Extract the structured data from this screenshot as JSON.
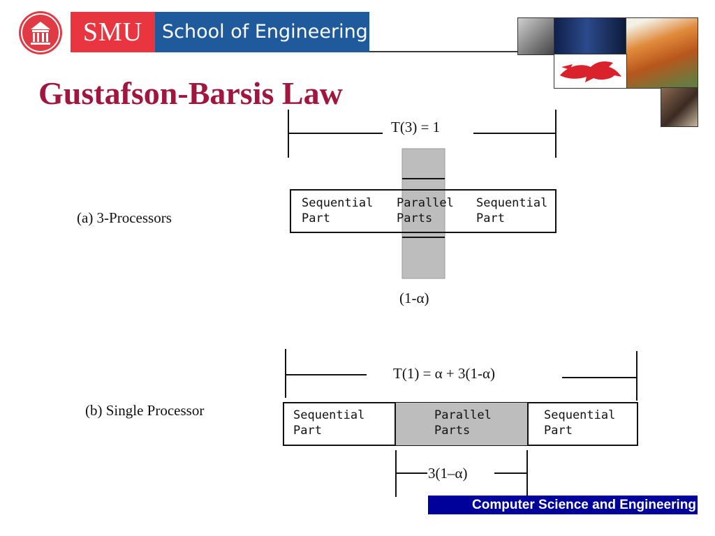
{
  "header": {
    "logo_left": "SMU",
    "logo_right": "School of Engineering"
  },
  "slide": {
    "title": "Gustafson-Barsis Law"
  },
  "diagram_a": {
    "label": "(a) 3-Processors",
    "time": "T(3) = 1",
    "box_left": "Sequential\nPart",
    "box_mid": "Parallel\nParts",
    "box_right": "Sequential\nPart",
    "below": "(1-α)"
  },
  "diagram_b": {
    "label": "(b) Single Processor",
    "time": "T(1) = α + 3(1-α)",
    "box_left": "Sequential\nPart",
    "box_mid": "Parallel\nParts",
    "box_right": "Sequential\nPart",
    "below": "3(1–α)"
  },
  "footer": {
    "text": "Computer Science and Engineering"
  },
  "colors": {
    "title": "#a1163e",
    "smu_red": "#e8353f",
    "smu_blue": "#1f5a9d",
    "footer_bg": "#00009a",
    "parallel_fill": "#bdbdbd"
  }
}
